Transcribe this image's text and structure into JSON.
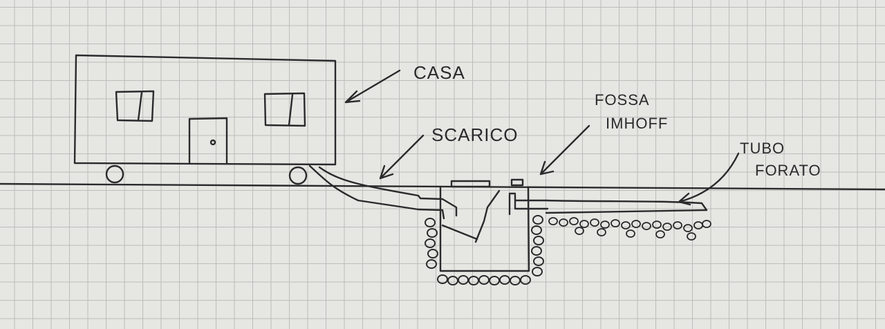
{
  "labels": {
    "house": "CASA",
    "drain": "SCARICO",
    "tank_line1": "FOSSA",
    "tank_line2": "IMHOFF",
    "pipe_line1": "TUBO",
    "pipe_line2": "FORATO"
  },
  "colors": {
    "ink": "#2a2a2c",
    "paper": "#e6e6e3",
    "grid": "#bcbcba"
  }
}
